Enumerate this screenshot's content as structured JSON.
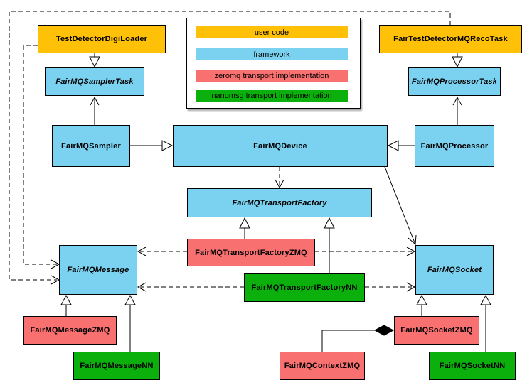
{
  "colors": {
    "user_code": "#FFC107",
    "framework": "#7BD2F0",
    "zeromq": "#F8706F",
    "nanomsg": "#0CB00C",
    "border": "#000000",
    "background": "#FFFFFF"
  },
  "legend": {
    "items": [
      {
        "label": "user code",
        "color": "#FFC107"
      },
      {
        "label": "framework",
        "color": "#7BD2F0"
      },
      {
        "label": "zeromq transport implementation",
        "color": "#F8706F"
      },
      {
        "label": "nanomsg transport implementation",
        "color": "#0CB00C"
      }
    ]
  },
  "nodes": {
    "testDetectorDigiLoader": {
      "label": "TestDetectorDigiLoader",
      "category": "user code"
    },
    "fairTestDetectorMQRecoTask": {
      "label": "FairTestDetectorMQRecoTask",
      "category": "user code"
    },
    "fairMQSamplerTask": {
      "label": "FairMQSamplerTask",
      "category": "framework",
      "abstract": true
    },
    "fairMQProcessorTask": {
      "label": "FairMQProcessorTask",
      "category": "framework",
      "abstract": true
    },
    "fairMQSampler": {
      "label": "FairMQSampler",
      "category": "framework"
    },
    "fairMQDevice": {
      "label": "FairMQDevice",
      "category": "framework"
    },
    "fairMQProcessor": {
      "label": "FairMQProcessor",
      "category": "framework"
    },
    "fairMQTransportFactory": {
      "label": "FairMQTransportFactory",
      "category": "framework",
      "abstract": true
    },
    "fairMQTransportFactoryZMQ": {
      "label": "FairMQTransportFactoryZMQ",
      "category": "zeromq transport implementation"
    },
    "fairMQTransportFactoryNN": {
      "label": "FairMQTransportFactoryNN",
      "category": "nanomsg transport implementation"
    },
    "fairMQMessage": {
      "label": "FairMQMessage",
      "category": "framework",
      "abstract": true
    },
    "fairMQSocket": {
      "label": "FairMQSocket",
      "category": "framework",
      "abstract": true
    },
    "fairMQMessageZMQ": {
      "label": "FairMQMessageZMQ",
      "category": "zeromq transport implementation"
    },
    "fairMQMessageNN": {
      "label": "FairMQMessageNN",
      "category": "nanomsg transport implementation"
    },
    "fairMQContextZMQ": {
      "label": "FairMQContextZMQ",
      "category": "zeromq transport implementation"
    },
    "fairMQSocketZMQ": {
      "label": "FairMQSocketZMQ",
      "category": "zeromq transport implementation"
    },
    "fairMQSocketNN": {
      "label": "FairMQSocketNN",
      "category": "nanomsg transport implementation"
    }
  },
  "edges": [
    {
      "from": "TestDetectorDigiLoader",
      "to": "FairMQSamplerTask",
      "kind": "inheritance"
    },
    {
      "from": "FairTestDetectorMQRecoTask",
      "to": "FairMQProcessorTask",
      "kind": "inheritance"
    },
    {
      "from": "FairMQSampler",
      "to": "FairMQDevice",
      "kind": "inheritance"
    },
    {
      "from": "FairMQProcessor",
      "to": "FairMQDevice",
      "kind": "inheritance"
    },
    {
      "from": "FairMQSampler",
      "to": "FairMQSamplerTask",
      "kind": "association"
    },
    {
      "from": "FairMQProcessor",
      "to": "FairMQProcessorTask",
      "kind": "association"
    },
    {
      "from": "FairMQDevice",
      "to": "FairMQTransportFactory",
      "kind": "dependency"
    },
    {
      "from": "FairMQDevice",
      "to": "FairMQSocket",
      "kind": "association"
    },
    {
      "from": "FairMQTransportFactoryZMQ",
      "to": "FairMQTransportFactory",
      "kind": "inheritance"
    },
    {
      "from": "FairMQTransportFactoryNN",
      "to": "FairMQTransportFactory",
      "kind": "inheritance"
    },
    {
      "from": "FairMQTransportFactoryZMQ",
      "to": "FairMQMessage",
      "kind": "dependency"
    },
    {
      "from": "FairMQTransportFactoryZMQ",
      "to": "FairMQSocket",
      "kind": "dependency"
    },
    {
      "from": "FairMQTransportFactoryNN",
      "to": "FairMQMessage",
      "kind": "dependency"
    },
    {
      "from": "FairMQTransportFactoryNN",
      "to": "FairMQSocket",
      "kind": "dependency"
    },
    {
      "from": "TestDetectorDigiLoader",
      "to": "FairMQMessage",
      "kind": "dependency"
    },
    {
      "from": "FairTestDetectorMQRecoTask",
      "to": "FairMQMessage",
      "kind": "dependency"
    },
    {
      "from": "FairMQMessageZMQ",
      "to": "FairMQMessage",
      "kind": "inheritance"
    },
    {
      "from": "FairMQMessageNN",
      "to": "FairMQMessage",
      "kind": "inheritance"
    },
    {
      "from": "FairMQSocketZMQ",
      "to": "FairMQSocket",
      "kind": "inheritance"
    },
    {
      "from": "FairMQSocketNN",
      "to": "FairMQSocket",
      "kind": "inheritance"
    },
    {
      "from": "FairMQContextZMQ",
      "to": "FairMQSocketZMQ",
      "kind": "composition"
    }
  ]
}
